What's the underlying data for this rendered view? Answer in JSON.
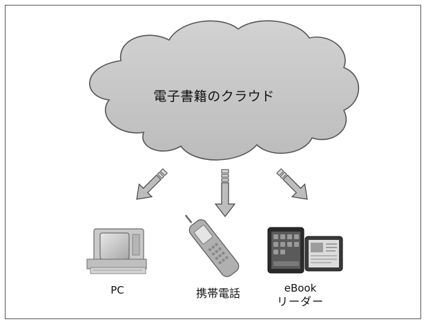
{
  "cloud": {
    "label": "電子書籍のクラウド"
  },
  "devices": [
    {
      "id": "pc",
      "label": "PC",
      "icon": "desktop-pc-icon"
    },
    {
      "id": "phone",
      "label": "携帯電話",
      "icon": "mobile-phone-icon"
    },
    {
      "id": "ebook",
      "label_line1": "eBook",
      "label_line2": "リーダー",
      "icon": "tablet-ereader-icon"
    }
  ],
  "colors": {
    "cloud_fill": "#c8c8c8",
    "arrow_fill": "#bdbdbd",
    "outline": "#444444",
    "frame": "#555555"
  }
}
